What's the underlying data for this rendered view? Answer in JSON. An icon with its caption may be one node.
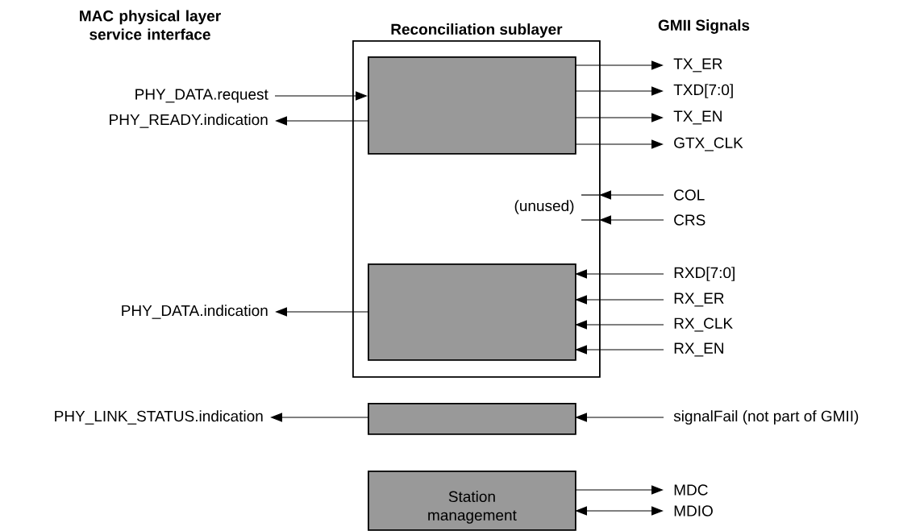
{
  "diagram": {
    "nodes": [
      {
        "text": [
          "Reconciliation sublayer"
        ]
      },
      {
        "text": [],
        "shape": "box",
        "in": 0
      },
      {
        "text": [],
        "shape": "box",
        "in": 0
      },
      {
        "text": [],
        "shape": "box"
      },
      {
        "text": [
          "Station management"
        ]
      },
      {
        "text": [
          "PHY_DATA.request"
        ]
      },
      {
        "text": [
          "PHY_READY.indication"
        ]
      },
      {
        "text": [
          "PHY_DATA.indication"
        ]
      },
      {
        "text": [
          "PHY_LINK_STATUS.indication"
        ]
      },
      {
        "text": [
          "TX_ER"
        ]
      },
      {
        "text": [
          "TXD[7:0]"
        ]
      },
      {
        "text": [
          "TX_EN"
        ]
      },
      {
        "text": [
          "GTX_CLK"
        ]
      },
      {
        "text": [
          "COL"
        ]
      },
      {
        "text": [
          "CRS"
        ]
      },
      {
        "text": [
          "RXD[7:0]"
        ]
      },
      {
        "text": [
          "RX_ER"
        ]
      },
      {
        "text": [
          "RX_CLK"
        ]
      },
      {
        "text": [
          "RX_EN"
        ]
      },
      {
        "text": [
          "signalFail (not part of GMII)"
        ]
      },
      {
        "text": [
          "MDC"
        ]
      },
      {
        "text": [
          "MDIO"
        ]
      }
    ],
    "edges": [
      {
        "from": 5,
        "to": 1,
        "arrow": "to"
      },
      {
        "from": 1,
        "to": 6,
        "arrow": "to"
      },
      {
        "from": 1,
        "to": 9,
        "arrow": "to"
      },
      {
        "from": 1,
        "to": 10,
        "arrow": "to"
      },
      {
        "from": 1,
        "to": 11,
        "arrow": "to"
      },
      {
        "from": 1,
        "to": 12,
        "arrow": "to"
      },
      {
        "from": 13,
        "to": 0,
        "arrow": "to"
      },
      {
        "from": 14,
        "to": 0,
        "arrow": "to"
      },
      {
        "from": 15,
        "to": 2,
        "arrow": "to"
      },
      {
        "from": 16,
        "to": 2,
        "arrow": "to"
      },
      {
        "from": 17,
        "to": 2,
        "arrow": "to"
      },
      {
        "from": 18,
        "to": 2,
        "arrow": "to"
      },
      {
        "from": 2,
        "to": 7,
        "arrow": "to"
      },
      {
        "from": 3,
        "to": 8,
        "arrow": "to"
      },
      {
        "from": 19,
        "to": 3,
        "arrow": "to"
      },
      {
        "from": 4,
        "to": 20,
        "arrow": "to"
      },
      {
        "from": 4,
        "to": 21,
        "arrow": "both"
      }
    ],
    "labels": [
      "MAC physical layer service interface",
      "GMII Signals",
      "(unused)"
    ]
  }
}
